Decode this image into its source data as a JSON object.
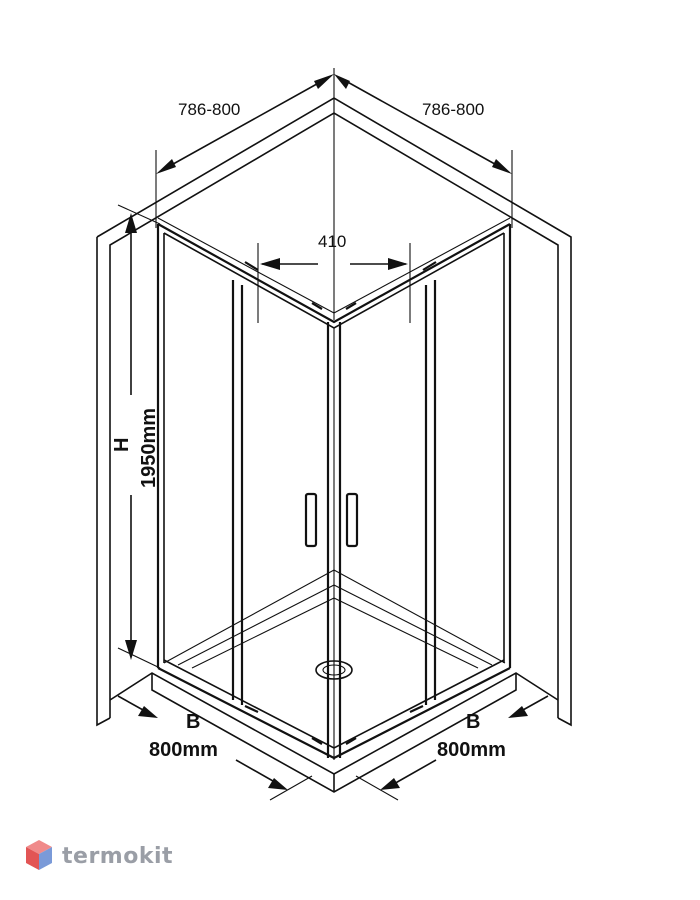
{
  "dimensions": {
    "top_left_width": "786-800",
    "top_right_width": "786-800",
    "door_opening": "410",
    "height_letter": "H",
    "height_value": "1950mm",
    "base_left_letter": "B",
    "base_left_value": "800mm",
    "base_right_letter": "B",
    "base_right_value": "800mm"
  },
  "watermark": {
    "text": "termokit",
    "colors": {
      "top": "#f08a8a",
      "left": "#e25555",
      "right": "#7a9ad8"
    }
  }
}
